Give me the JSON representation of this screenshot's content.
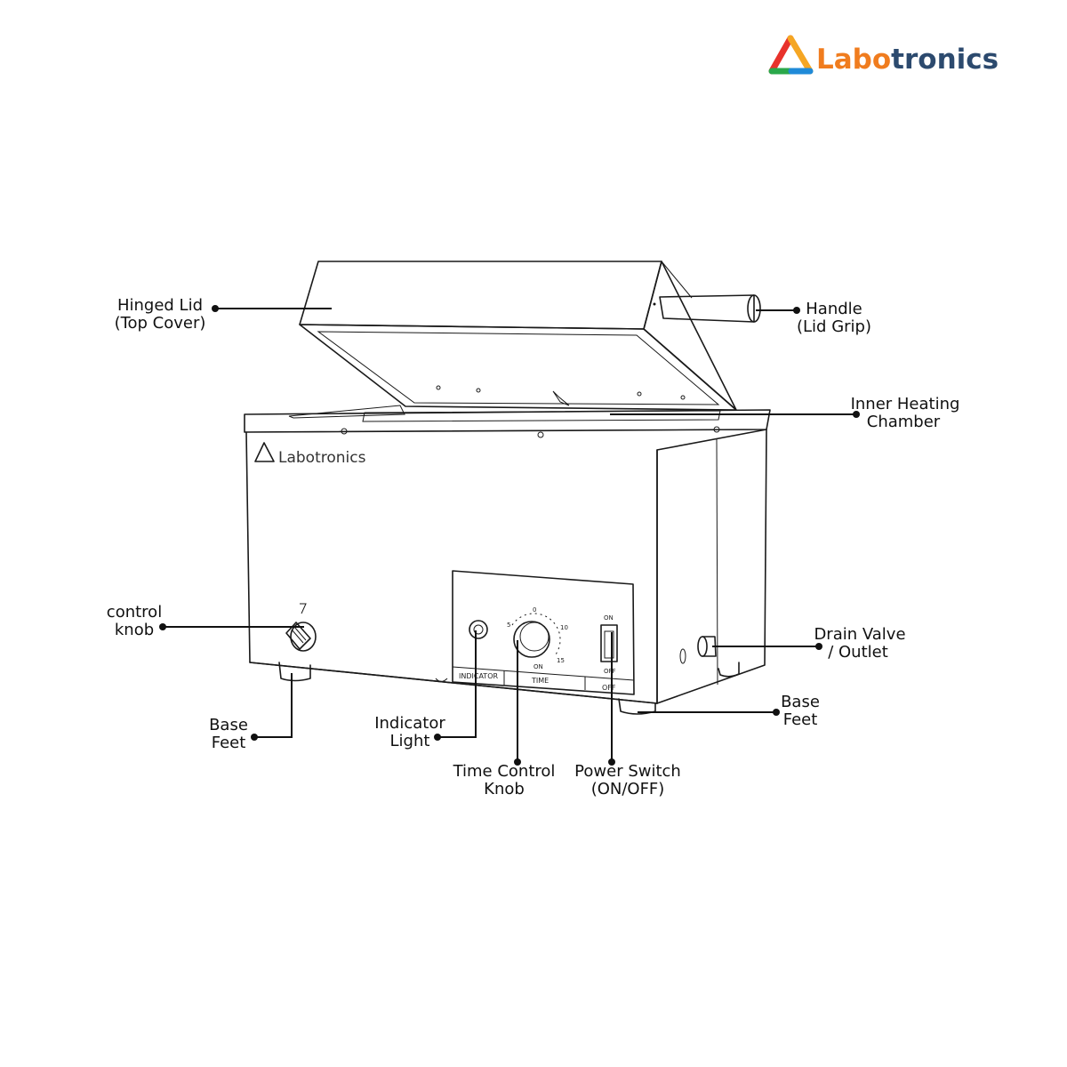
{
  "brand": {
    "name_part1": "Labo",
    "name_part2": "tronics",
    "color_part1": "#f07c1e",
    "color_part2": "#2c4a6e",
    "logo_icon": "triangle-logo-icon",
    "triangle_colors": [
      "#e8322b",
      "#f5a623",
      "#2aa84a",
      "#1f8ad8"
    ],
    "device_brand": "Labotronics"
  },
  "panel": {
    "indicator": "INDICATOR",
    "time": "TIME",
    "off": "OFF",
    "switch_on": "ON",
    "switch_off": "OFF",
    "dial_on": "ON"
  },
  "labels": {
    "hinged_lid": [
      "Hinged Lid",
      "(Top Cover)"
    ],
    "handle": [
      "Handle",
      "(Lid Grip)"
    ],
    "inner_heating_chamber": [
      "Inner Heating",
      "Chamber"
    ],
    "control_knob": [
      "control",
      "knob"
    ],
    "drain_valve": [
      "Drain Valve",
      "/ Outlet"
    ],
    "base_feet_left": [
      "Base",
      "Feet"
    ],
    "base_feet_right": [
      "Base",
      "Feet"
    ],
    "indicator_light": [
      "Indicator",
      "Light"
    ],
    "time_control_knob": [
      "Time Control",
      "Knob"
    ],
    "power_switch": [
      "Power Switch",
      "(ON/OFF)"
    ]
  }
}
